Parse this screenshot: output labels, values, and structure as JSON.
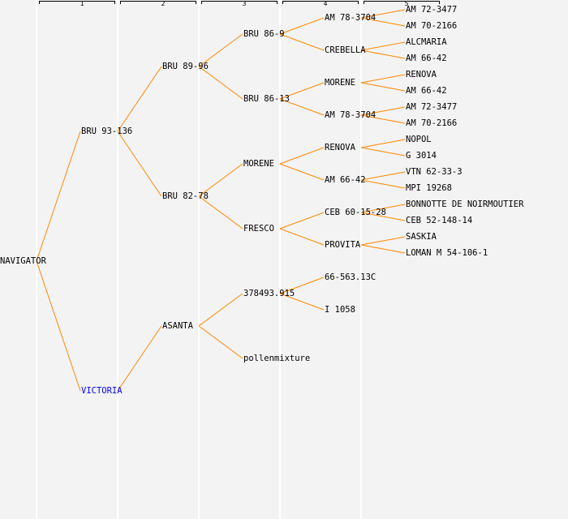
{
  "generations": [
    "1",
    "2",
    "3",
    "4",
    "5"
  ],
  "colors": {
    "line": "#ff8800",
    "text": "#000000",
    "highlight": "#0000ff"
  },
  "tree": {
    "name": "NAVIGATOR",
    "children": [
      {
        "name": "BRU 93-136",
        "children": [
          {
            "name": "BRU 89-96",
            "children": [
              {
                "name": "BRU 86-9",
                "children": [
                  {
                    "name": "AM 78-3704",
                    "children": [
                      {
                        "name": "AM 72-3477"
                      },
                      {
                        "name": "AM 70-2166"
                      }
                    ]
                  },
                  {
                    "name": "CREBELLA",
                    "children": [
                      {
                        "name": "ALCMARIA"
                      },
                      {
                        "name": "AM 66-42"
                      }
                    ]
                  }
                ]
              },
              {
                "name": "BRU 86-13",
                "children": [
                  {
                    "name": "MORENE",
                    "children": [
                      {
                        "name": "RENOVA"
                      },
                      {
                        "name": "AM 66-42"
                      }
                    ]
                  },
                  {
                    "name": "AM 78-3704",
                    "children": [
                      {
                        "name": "AM 72-3477"
                      },
                      {
                        "name": "AM 70-2166"
                      }
                    ]
                  }
                ]
              }
            ]
          },
          {
            "name": "BRU 82-78",
            "children": [
              {
                "name": "MORENE",
                "children": [
                  {
                    "name": "RENOVA",
                    "children": [
                      {
                        "name": "NOPOL"
                      },
                      {
                        "name": "G 3014"
                      }
                    ]
                  },
                  {
                    "name": "AM 66-42",
                    "children": [
                      {
                        "name": "VTN 62-33-3"
                      },
                      {
                        "name": "MPI 19268"
                      }
                    ]
                  }
                ]
              },
              {
                "name": "FRESCO",
                "children": [
                  {
                    "name": "CEB 60-15-28",
                    "children": [
                      {
                        "name": "BONNOTTE DE NOIRMOUTIER"
                      },
                      {
                        "name": "CEB 52-148-14"
                      }
                    ]
                  },
                  {
                    "name": "PROVITA",
                    "children": [
                      {
                        "name": "SASKIA"
                      },
                      {
                        "name": "LOMAN M 54-106-1"
                      }
                    ]
                  }
                ]
              }
            ]
          }
        ]
      },
      {
        "name": "VICTORIA",
        "highlight": true,
        "children": [
          {
            "name": "ASANTA",
            "children": [
              {
                "name": "378493.915",
                "children": [
                  {
                    "name": "66-563.13C"
                  },
                  {
                    "name": "I 1058"
                  }
                ]
              },
              {
                "name": "pollenmixture"
              }
            ]
          }
        ]
      }
    ]
  }
}
